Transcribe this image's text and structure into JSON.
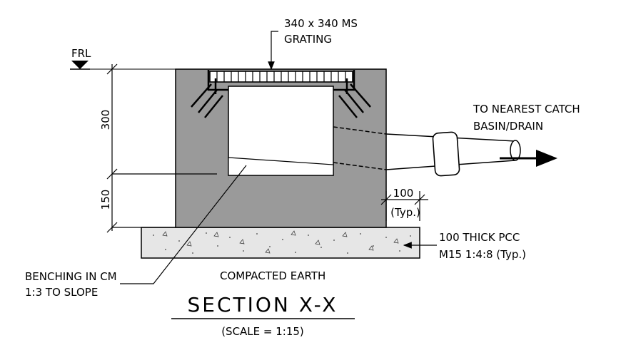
{
  "drawing": {
    "labels": {
      "grating": "340 x 340 MS",
      "grating_line2": "GRATING",
      "frl": "FRL",
      "to_catch": "TO NEAREST CATCH",
      "to_catch_line2": "BASIN/DRAIN",
      "wall_thickness": "100",
      "typ": "(Typ.)",
      "pcc": "100 THICK PCC",
      "pcc_line2": "M15 1:4:8 (Typ.)",
      "benching": "BENCHING IN CM",
      "benching_line2": "1:3 TO SLOPE",
      "compacted": "COMPACTED EARTH"
    },
    "dimensions": {
      "upper": "300",
      "lower": "150"
    },
    "title": "SECTION X-X",
    "scale": "(SCALE = 1:15)"
  },
  "colors": {
    "concrete": "#9a9a9a",
    "pcc": "#e6e6e6",
    "line": "#000000"
  }
}
